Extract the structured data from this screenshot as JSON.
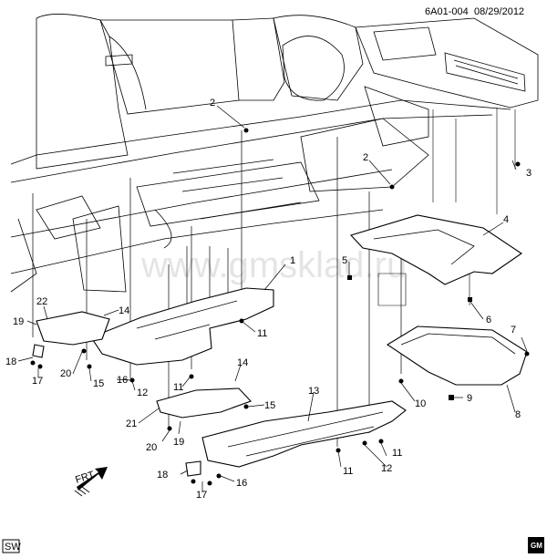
{
  "header": {
    "code": "6A01-004",
    "date": "08/29/2012"
  },
  "watermark": "www.gmsklad.ru",
  "footer": {
    "left_badge": "SW",
    "right_logo": "GM"
  },
  "front_arrow": "FRT",
  "callouts": [
    "1",
    "2",
    "2",
    "3",
    "4",
    "5",
    "6",
    "7",
    "8",
    "9",
    "10",
    "11",
    "11",
    "11",
    "11",
    "12",
    "12",
    "13",
    "14",
    "14",
    "15",
    "15",
    "16",
    "16",
    "17",
    "17",
    "18",
    "18",
    "19",
    "19",
    "20",
    "20",
    "21",
    "22"
  ]
}
